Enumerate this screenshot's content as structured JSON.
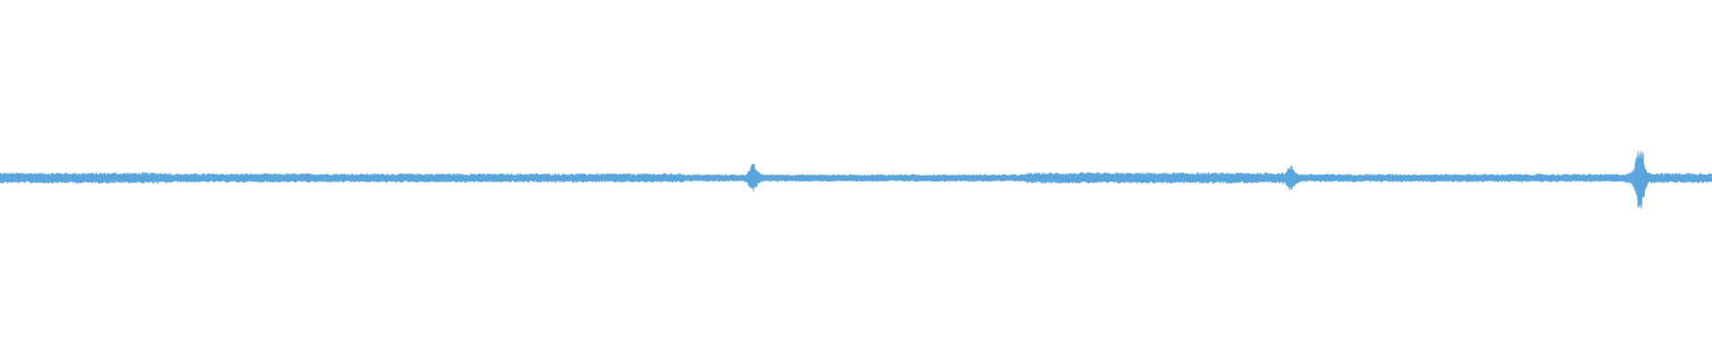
{
  "chart_data": {
    "type": "area",
    "title": "",
    "xlabel": "",
    "ylabel": "",
    "grid": false,
    "legend": "none",
    "xlim": [
      0,
      1
    ],
    "ylim": [
      -1,
      1
    ],
    "series": [
      {
        "color": "#5aa5dc",
        "baseline_amplitude": 0.028,
        "segments": [
          {
            "x": [
              0.0,
              0.1
            ],
            "amplitude": 0.03
          },
          {
            "x": [
              0.1,
              0.4
            ],
            "amplitude": 0.025
          },
          {
            "x": [
              0.4,
              0.6
            ],
            "amplitude": 0.02
          },
          {
            "x": [
              0.6,
              0.75
            ],
            "amplitude": 0.03
          },
          {
            "x": [
              0.75,
              0.95
            ],
            "amplitude": 0.022
          },
          {
            "x": [
              0.95,
              1.0
            ],
            "amplitude": 0.028
          }
        ],
        "peaks": [
          {
            "x": 0.44,
            "amplitude": 0.08
          },
          {
            "x": 0.754,
            "amplitude": 0.07
          },
          {
            "x": 0.958,
            "amplitude": 0.2
          }
        ]
      }
    ]
  }
}
